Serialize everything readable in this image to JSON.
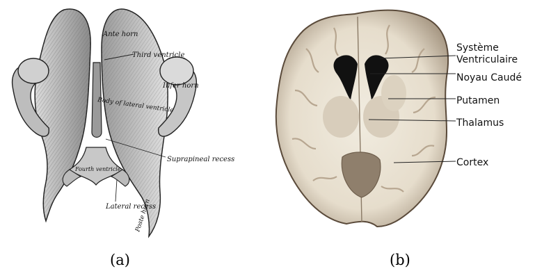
{
  "figure": {
    "panel_a": {
      "caption": "(a)",
      "labels": {
        "ante_horn": "Ante horn",
        "third_ventricle": "Third ventricle",
        "body_lateral_ventricle": "Body of lateral ventricle",
        "infer_horn": "Infer horn",
        "suprapineal_recess": "Suprapineal recess",
        "fourth_ventricle": "Fourth ventricle",
        "lateral_recess": "Lateral recess",
        "poste_horn": "Poste horn"
      }
    },
    "panel_b": {
      "caption": "(b)",
      "labels": {
        "systeme": "Système",
        "ventriculaire": "Ventriculaire",
        "noyau_caude": "Noyau Caudé",
        "putamen": "Putamen",
        "thalamus": "Thalamus",
        "cortex": "Cortex"
      }
    }
  }
}
